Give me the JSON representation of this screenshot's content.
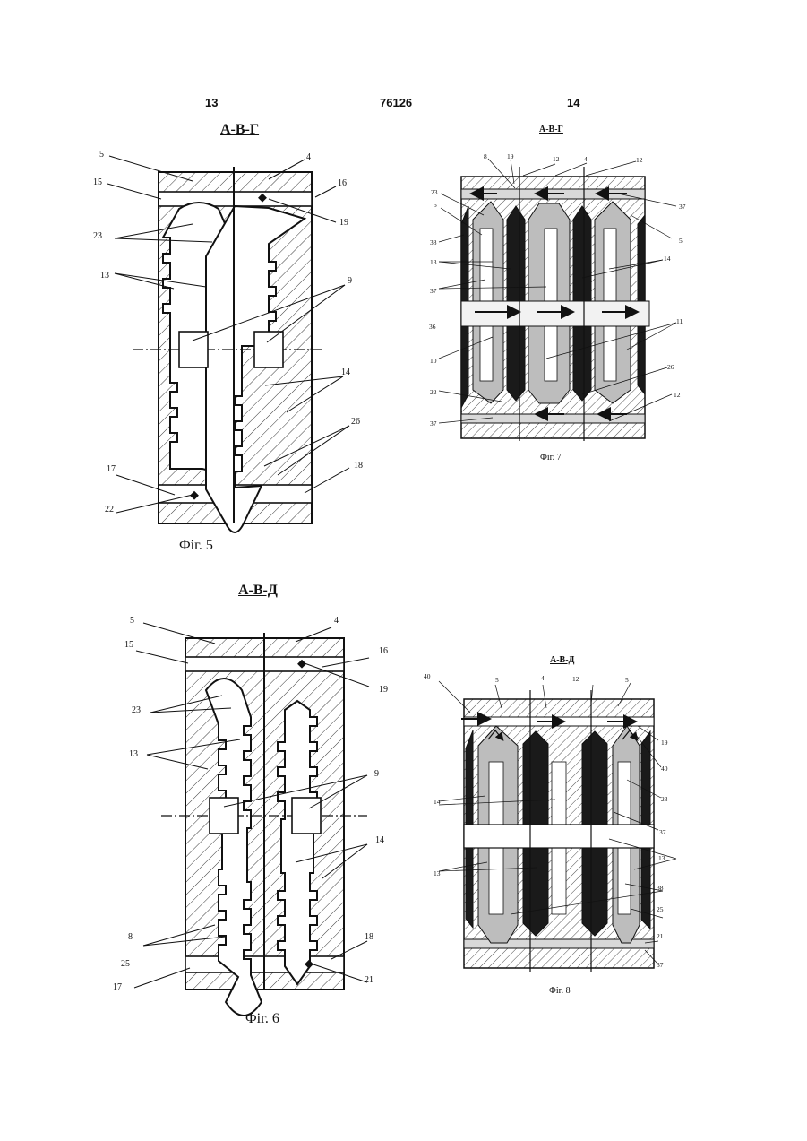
{
  "header": {
    "page_left": "13",
    "patent_number": "76126",
    "page_right": "14"
  },
  "fig5": {
    "section_title": "А-В-Г",
    "caption": "Фіг. 5",
    "labels": {
      "l5": "5",
      "l4": "4",
      "l15": "15",
      "l16": "16",
      "l19": "19",
      "l23": "23",
      "l13": "13",
      "l9": "9",
      "l14": "14",
      "l26": "26",
      "l17": "17",
      "l18": "18",
      "l22": "22"
    }
  },
  "fig6": {
    "section_title": "А-В-Д",
    "caption": "Фіг. 6",
    "labels": {
      "l5": "5",
      "l4": "4",
      "l15": "15",
      "l16": "16",
      "l19": "19",
      "l23": "23",
      "l13": "13",
      "l9": "9",
      "l14": "14",
      "l8": "8",
      "l25": "25",
      "l18": "18",
      "l17": "17",
      "l21": "21"
    }
  },
  "fig7": {
    "section_title": "А-В-Г",
    "caption": "Фіг. 7",
    "labels": {
      "l8": "8",
      "l19": "19",
      "l12a": "12",
      "l4": "4",
      "l12b": "12",
      "l23": "23",
      "l5a": "5",
      "l37a": "37",
      "l38": "38",
      "l5b": "5",
      "l13": "13",
      "l14": "14",
      "l37b": "37",
      "l36": "36",
      "l11": "11",
      "l10": "10",
      "l26": "26",
      "l22": "22",
      "l12c": "12",
      "l37c": "37"
    }
  },
  "fig8": {
    "section_title": "А-В-Д",
    "caption": "Фіг. 8",
    "labels": {
      "l40a": "40",
      "l5a": "5",
      "l4": "4",
      "l12": "12",
      "l5b": "5",
      "l19": "19",
      "l40b": "40",
      "l23": "23",
      "l14": "14",
      "l37a": "37",
      "l13": "13",
      "l38": "38",
      "l25": "25",
      "l21": "21",
      "l37b": "37"
    }
  }
}
